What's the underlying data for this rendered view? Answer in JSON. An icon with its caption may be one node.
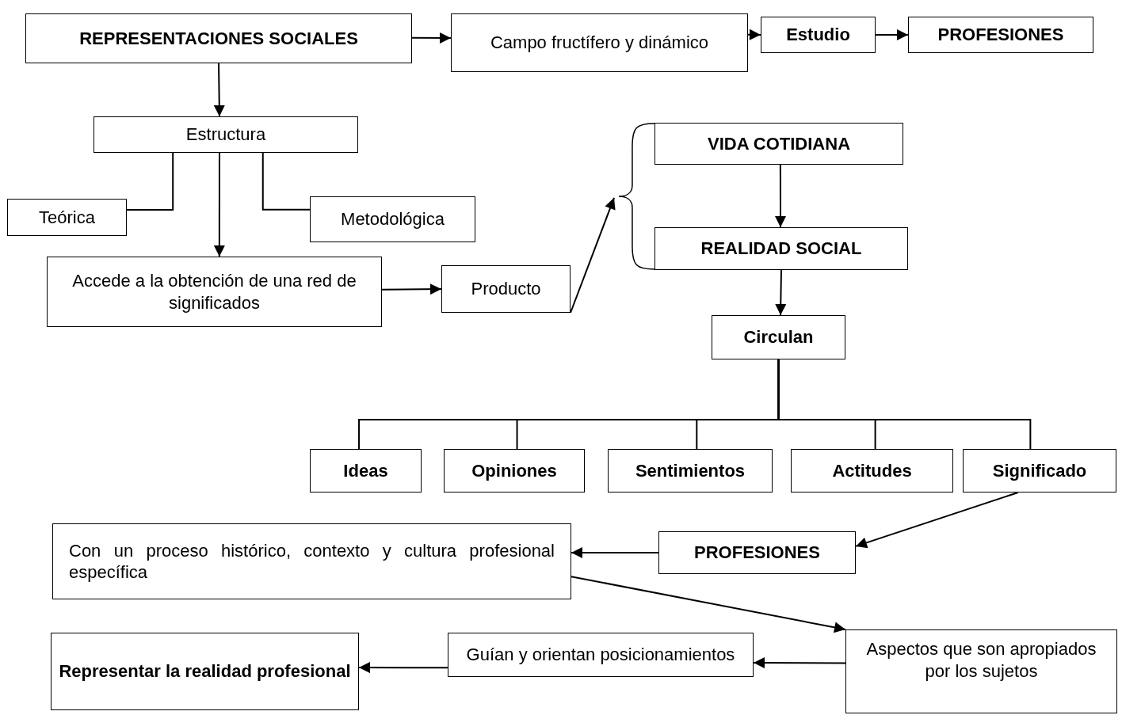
{
  "diagram": {
    "nodes": [
      {
        "text": [
          "REPRESENTACIONES SOCIALES"
        ]
      },
      {
        "text": [
          "Campo fructífero y dinámico"
        ]
      },
      {
        "text": [
          "Estudio"
        ]
      },
      {
        "text": [
          "PROFESIONES"
        ]
      },
      {
        "text": [
          "Estructura"
        ]
      },
      {
        "text": [
          "Teórica"
        ]
      },
      {
        "text": [
          "Metodológica"
        ]
      },
      {
        "text": [
          "Accede a la obtención de una red de significados"
        ]
      },
      {
        "text": [
          "Producto"
        ]
      },
      {
        "text": [],
        "shape": "brace"
      },
      {
        "text": [
          "VIDA COTIDIANA"
        ]
      },
      {
        "text": [
          "REALIDAD SOCIAL"
        ]
      },
      {
        "text": [
          "Circulan"
        ]
      },
      {
        "text": [
          "Ideas"
        ]
      },
      {
        "text": [
          "Opiniones"
        ]
      },
      {
        "text": [
          "Sentimientos"
        ]
      },
      {
        "text": [
          "Actitudes"
        ]
      },
      {
        "text": [
          "Significado"
        ]
      },
      {
        "text": [
          "Con un proceso histórico, contexto y cultura profesional específica"
        ]
      },
      {
        "text": [
          "PROFESIONES"
        ]
      },
      {
        "text": [
          "Aspectos que son apropiados por los sujetos"
        ]
      },
      {
        "text": [
          "Guían y orientan posicionamientos"
        ]
      },
      {
        "text": [
          "Representar la realidad profesional"
        ]
      }
    ],
    "edges": [
      {
        "from": 0,
        "to": 1,
        "arrow": "to"
      },
      {
        "from": 1,
        "to": 2,
        "arrow": "to"
      },
      {
        "from": 2,
        "to": 3,
        "arrow": "to"
      },
      {
        "from": 0,
        "to": 4,
        "arrow": "to"
      },
      {
        "from": 4,
        "to": 5,
        "arrow": "none"
      },
      {
        "from": 4,
        "to": 6,
        "arrow": "none"
      },
      {
        "from": 4,
        "to": 7,
        "arrow": "to"
      },
      {
        "from": 7,
        "to": 8,
        "arrow": "to"
      },
      {
        "from": 8,
        "to": 9,
        "arrow": "to"
      },
      {
        "from": 10,
        "to": 11,
        "arrow": "to"
      },
      {
        "from": 11,
        "to": 12,
        "arrow": "to"
      },
      {
        "from": 12,
        "to": 13,
        "arrow": "none"
      },
      {
        "from": 12,
        "to": 14,
        "arrow": "none"
      },
      {
        "from": 12,
        "to": 15,
        "arrow": "none"
      },
      {
        "from": 12,
        "to": 16,
        "arrow": "none"
      },
      {
        "from": 12,
        "to": 17,
        "arrow": "none"
      },
      {
        "from": 17,
        "to": 19,
        "arrow": "to"
      },
      {
        "from": 19,
        "to": 18,
        "arrow": "to"
      },
      {
        "from": 18,
        "to": 20,
        "arrow": "to"
      },
      {
        "from": 20,
        "to": 21,
        "arrow": "to"
      },
      {
        "from": 21,
        "to": 22,
        "arrow": "to"
      }
    ]
  }
}
